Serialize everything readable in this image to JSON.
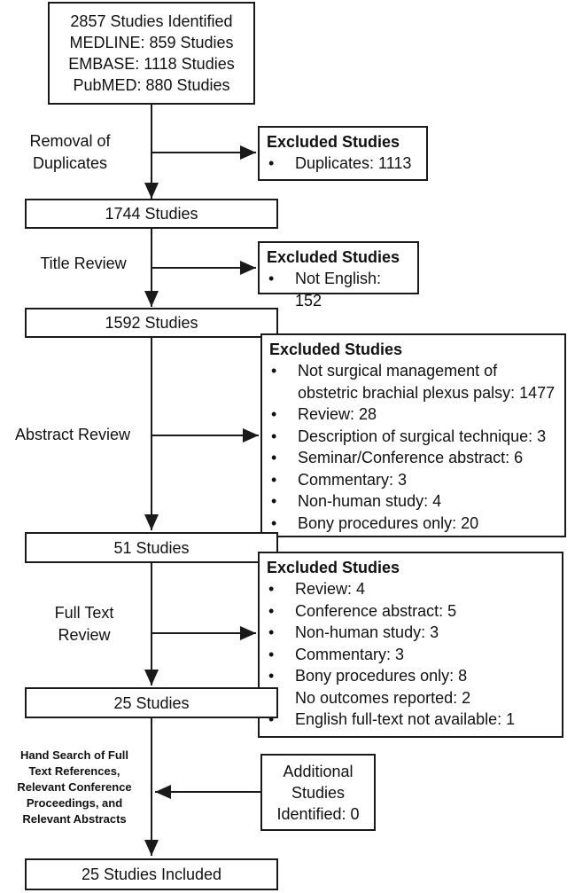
{
  "identified": [
    "2857 Studies Identified",
    "MEDLINE: 859 Studies",
    "EMBASE: 1118 Studies",
    "PubMED: 880 Studies"
  ],
  "stages": [
    {
      "label": [
        "Removal of",
        "Duplicates"
      ],
      "result": "1744 Studies",
      "excluded": {
        "title": "Excluded Studies",
        "items": [
          "Duplicates: 1113"
        ]
      }
    },
    {
      "label": [
        "Title Review"
      ],
      "result": "1592 Studies",
      "excluded": {
        "title": "Excluded Studies",
        "items": [
          "Not English: 152"
        ]
      }
    },
    {
      "label": [
        "Abstract Review"
      ],
      "result": "51 Studies",
      "excluded": {
        "title": "Excluded Studies",
        "items": [
          "Not surgical management of obstetric brachial plexus palsy: 1477",
          "Review: 28",
          "Description of surgical technique: 3",
          "Seminar/Conference abstract: 6",
          "Commentary: 3",
          "Non-human study: 4",
          "Bony procedures only: 20"
        ]
      }
    },
    {
      "label": [
        "Full Text",
        "Review"
      ],
      "result": "25 Studies",
      "excluded": {
        "title": "Excluded Studies",
        "items": [
          "Review: 4",
          "Conference abstract: 5",
          "Non-human study: 3",
          "Commentary: 3",
          "Bony procedures only: 8",
          "No outcomes reported: 2",
          "English full-text not available: 1"
        ]
      }
    },
    {
      "label": [
        "Hand Search of Full",
        "Text References,",
        "Relevant Conference",
        "Proceedings, and",
        "Relevant Abstracts"
      ],
      "result": "25 Studies Included",
      "additional": [
        "Additional",
        "Studies",
        "Identified: 0"
      ]
    }
  ]
}
